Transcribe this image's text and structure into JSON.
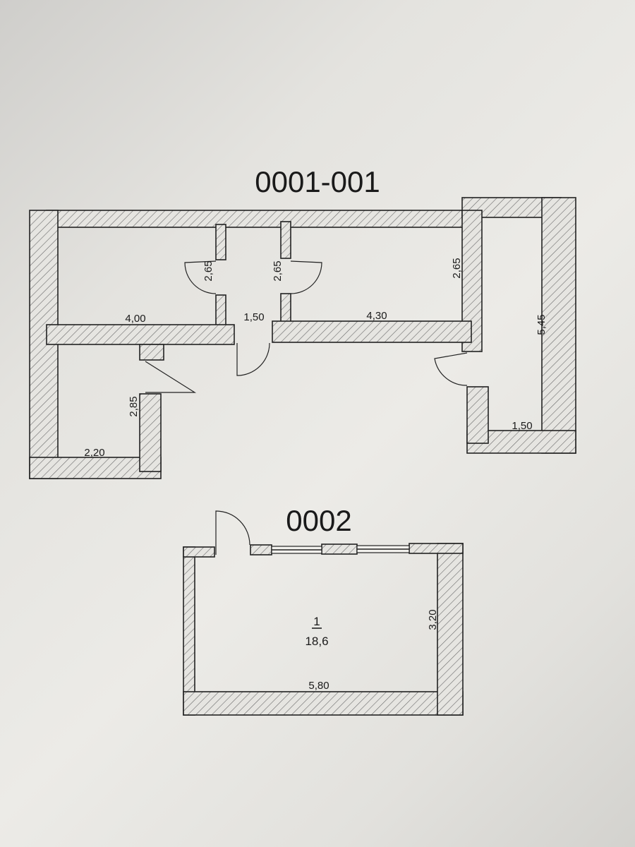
{
  "plan_a": {
    "title": "0001-001",
    "dimensions": [
      "4,00",
      "1,50",
      "4,30",
      "2,65",
      "2,65",
      "2,65",
      "5,45",
      "2,85",
      "2,20",
      "1,50"
    ]
  },
  "plan_b": {
    "title": "0002",
    "room_number": "1",
    "room_area": "18,6",
    "dimensions": [
      "3,20",
      "5,80"
    ]
  }
}
